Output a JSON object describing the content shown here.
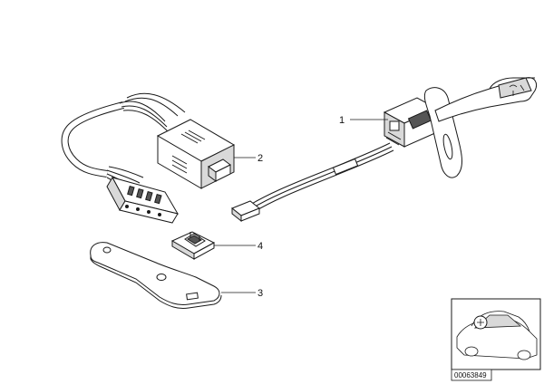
{
  "callouts": [
    {
      "id": "1",
      "label": "1"
    },
    {
      "id": "2",
      "label": "2"
    },
    {
      "id": "3",
      "label": "3"
    },
    {
      "id": "4",
      "label": "4"
    }
  ],
  "reference_number": "00063849",
  "colors": {
    "line": "#1a1a1a",
    "fill": "#ffffff",
    "shade": "#d9d9d9",
    "dark": "#555555"
  }
}
